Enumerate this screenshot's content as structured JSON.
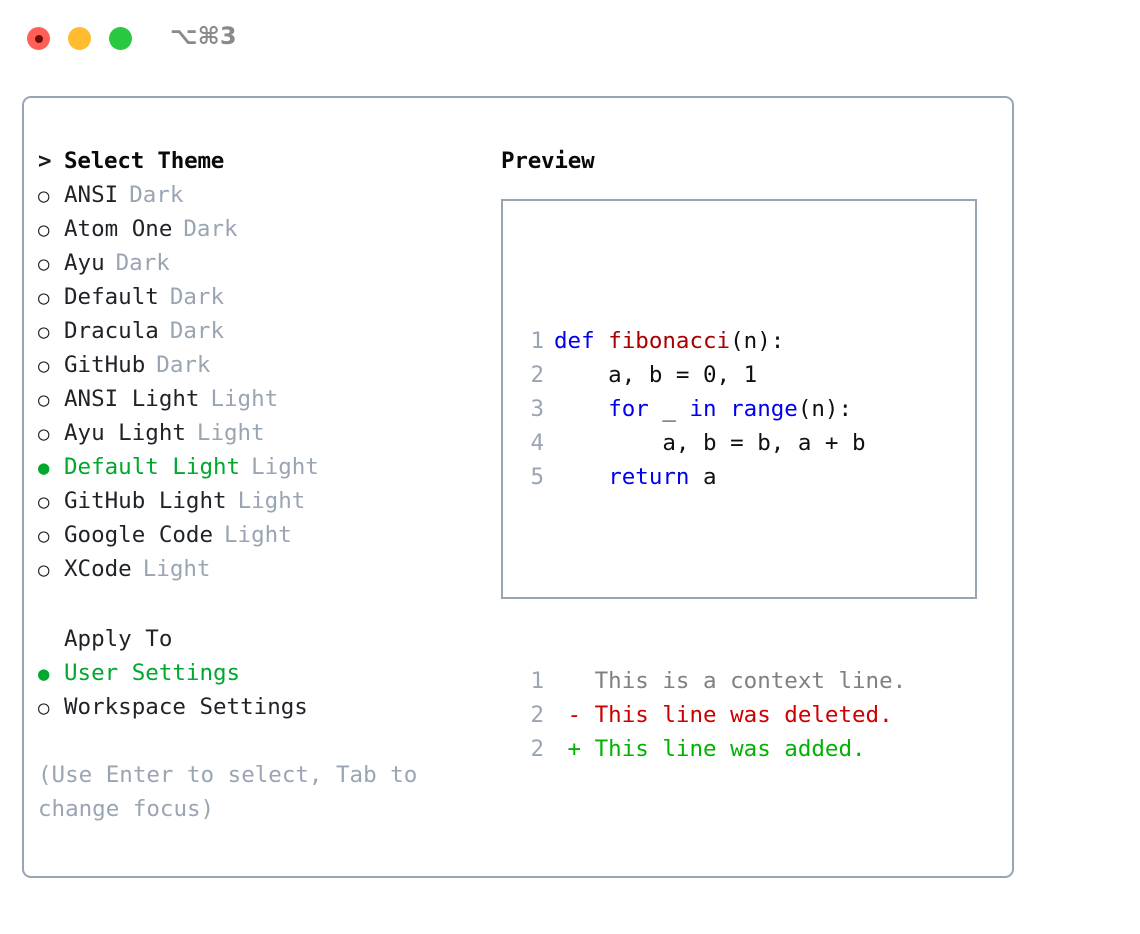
{
  "window": {
    "title": "⌥⌘3",
    "traffic_lights": [
      "close-button",
      "minimize-button",
      "maximize-button"
    ]
  },
  "colors": {
    "accent_green": "#00a82d",
    "muted": "#9aa5b4",
    "keyword_blue": "#0000ee",
    "function_red": "#a80000",
    "diff_add": "#00b300",
    "diff_del": "#cc0000",
    "border": "#9aa5b4"
  },
  "left": {
    "header_marker": ">",
    "header": "Select Theme",
    "themes": [
      {
        "marker": "○",
        "name": "ANSI",
        "variant": "Dark",
        "selected": false
      },
      {
        "marker": "○",
        "name": "Atom One",
        "variant": "Dark",
        "selected": false
      },
      {
        "marker": "○",
        "name": "Ayu",
        "variant": "Dark",
        "selected": false
      },
      {
        "marker": "○",
        "name": "Default",
        "variant": "Dark",
        "selected": false
      },
      {
        "marker": "○",
        "name": "Dracula",
        "variant": "Dark",
        "selected": false
      },
      {
        "marker": "○",
        "name": "GitHub",
        "variant": "Dark",
        "selected": false
      },
      {
        "marker": "○",
        "name": "ANSI Light",
        "variant": "Light",
        "selected": false
      },
      {
        "marker": "○",
        "name": "Ayu Light",
        "variant": "Light",
        "selected": false
      },
      {
        "marker": "●",
        "name": "Default Light",
        "variant": "Light",
        "selected": true
      },
      {
        "marker": "○",
        "name": "GitHub Light",
        "variant": "Light",
        "selected": false
      },
      {
        "marker": "○",
        "name": "Google Code",
        "variant": "Light",
        "selected": false
      },
      {
        "marker": "○",
        "name": "XCode",
        "variant": "Light",
        "selected": false
      }
    ],
    "apply_to_title": "Apply To",
    "apply_to": [
      {
        "marker": "●",
        "name": "User Settings",
        "selected": true
      },
      {
        "marker": "○",
        "name": "Workspace Settings",
        "selected": false
      }
    ],
    "hint": "(Use Enter to select, Tab to change focus)"
  },
  "right": {
    "preview_title": "Preview",
    "code_lines": [
      {
        "num": "1",
        "tokens": [
          {
            "t": "def",
            "c": "kw"
          },
          {
            "t": " ",
            "c": "plain"
          },
          {
            "t": "fibonacci",
            "c": "fn"
          },
          {
            "t": "(n):",
            "c": "plain"
          }
        ]
      },
      {
        "num": "2",
        "tokens": [
          {
            "t": "    a, b = 0, 1",
            "c": "plain"
          }
        ]
      },
      {
        "num": "3",
        "tokens": [
          {
            "t": "    ",
            "c": "plain"
          },
          {
            "t": "for",
            "c": "kw"
          },
          {
            "t": " _ ",
            "c": "plain"
          },
          {
            "t": "in",
            "c": "kw"
          },
          {
            "t": " ",
            "c": "plain"
          },
          {
            "t": "range",
            "c": "kw"
          },
          {
            "t": "(n):",
            "c": "plain"
          }
        ]
      },
      {
        "num": "4",
        "tokens": [
          {
            "t": "        a, b = b, a + b",
            "c": "plain"
          }
        ]
      },
      {
        "num": "5",
        "tokens": [
          {
            "t": "    ",
            "c": "plain"
          },
          {
            "t": "return",
            "c": "kw"
          },
          {
            "t": " a",
            "c": "plain"
          }
        ]
      }
    ],
    "diff_lines": [
      {
        "num": "1",
        "sign": " ",
        "text": "This is a context line.",
        "kind": "ctx"
      },
      {
        "num": "2",
        "sign": "-",
        "text": "This line was deleted.",
        "kind": "del"
      },
      {
        "num": "2",
        "sign": "+",
        "text": "This line was added.",
        "kind": "add"
      }
    ]
  }
}
